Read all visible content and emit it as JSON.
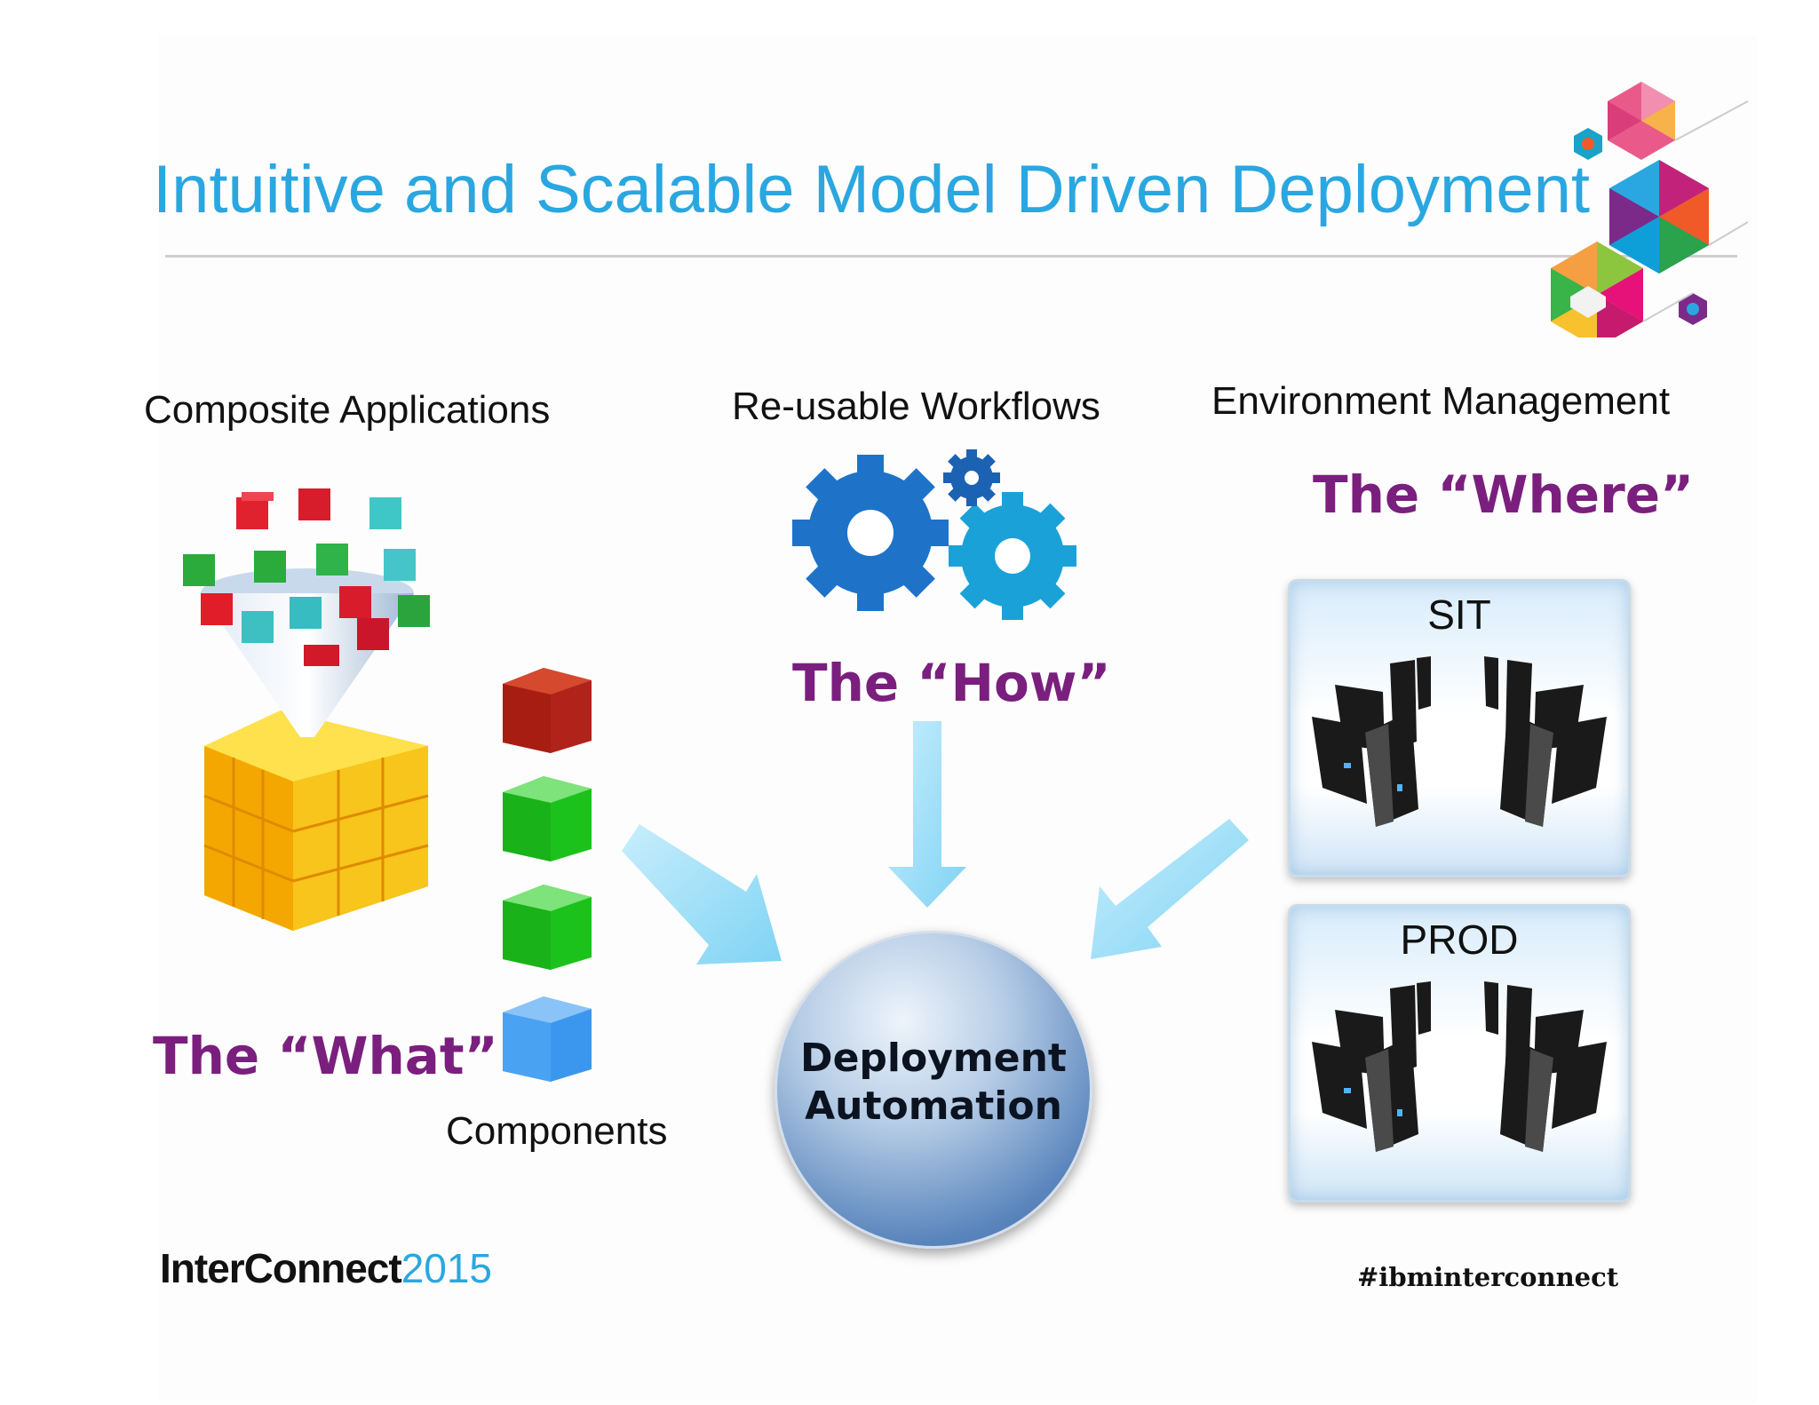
{
  "title": "Intuitive and Scalable Model Driven Deployment",
  "columns": {
    "composite": {
      "label": "Composite Applications",
      "tag": "The “What”",
      "components_label": "Components"
    },
    "workflows": {
      "label": "Re-usable Workflows",
      "tag": "The “How”"
    },
    "environment": {
      "label": "Environment Management",
      "tag": "The “Where”",
      "boxes": [
        "SIT",
        "PROD"
      ]
    }
  },
  "center": {
    "line1": "Deployment",
    "line2": "Automation"
  },
  "footer": {
    "brand_bold": "InterConnect",
    "brand_year": "2015",
    "hashtag": "#ibminterconnect"
  }
}
